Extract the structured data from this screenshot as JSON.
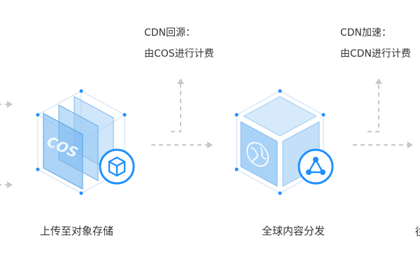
{
  "notes": {
    "cdn_origin_title": "CDN回源：",
    "cdn_origin_detail": "由COS进行计费",
    "cdn_accel_title": "CDN加速：",
    "cdn_accel_detail": "由CDN进行计费"
  },
  "steps": {
    "upload_label": "上传至对象存储",
    "cos_label": "COS",
    "distribute_label": "全球内容分发",
    "next_partial": "往"
  },
  "icons": {
    "box": "cube-icon",
    "share": "share-node-icon",
    "globe": "globe-icon"
  },
  "colors": {
    "primary_blue": "#1f8fff",
    "light_blue": "#a9d2f7",
    "arrow_gray": "#c8c8c8",
    "text": "#333333"
  }
}
